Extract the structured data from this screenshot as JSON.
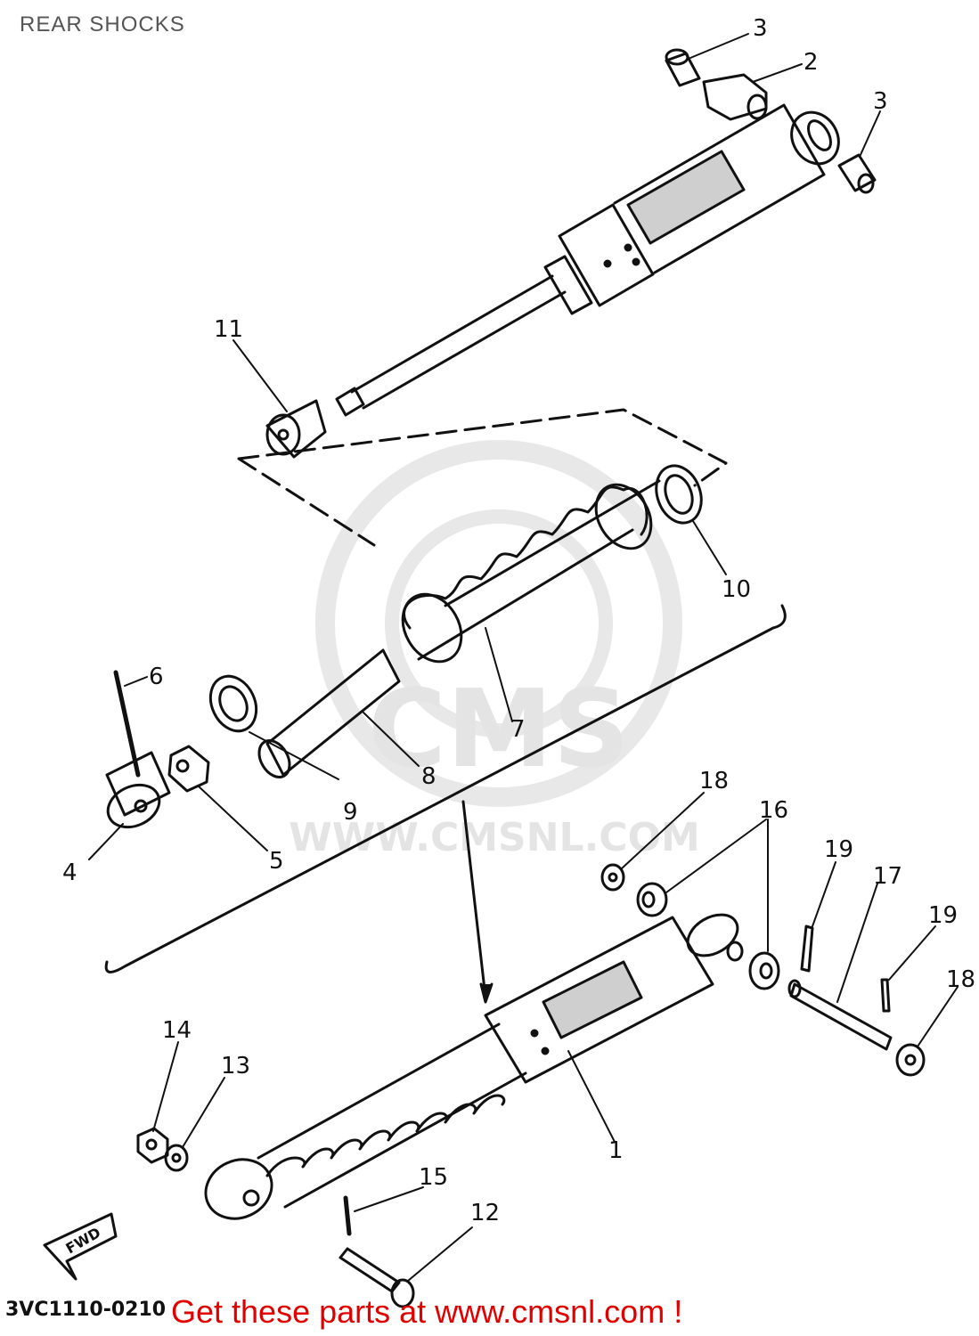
{
  "header": {
    "title": "REAR SHOCKS"
  },
  "diagram": {
    "callouts": [
      "1",
      "2",
      "3",
      "3",
      "4",
      "5",
      "6",
      "7",
      "8",
      "9",
      "10",
      "11",
      "12",
      "13",
      "14",
      "15",
      "16",
      "17",
      "18",
      "18",
      "19",
      "19"
    ],
    "watermark": {
      "brand": "CMS",
      "url": "WWW.CMSNL.COM"
    },
    "fwd_arrow": "FWD"
  },
  "footer": {
    "code": "3VC1110-0210",
    "promo": "Get these parts at www.cmsnl.com !"
  },
  "colors": {
    "line": "#111111",
    "promo": "#e00000",
    "watermark": "#e6e6e6"
  }
}
